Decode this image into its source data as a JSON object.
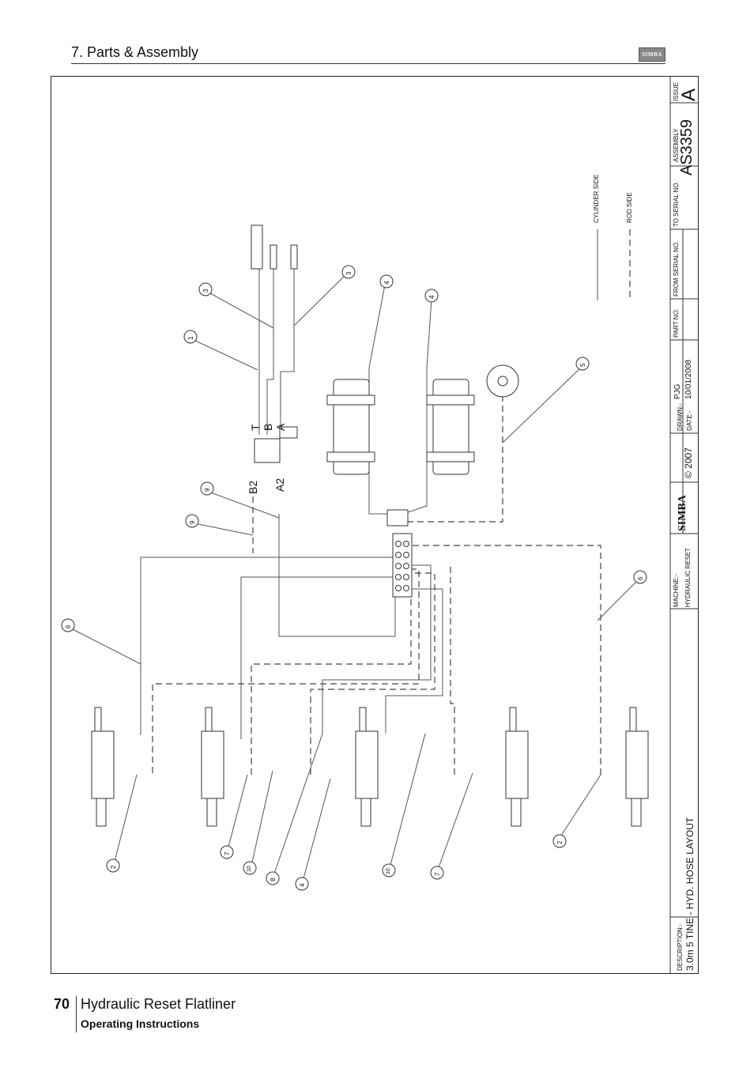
{
  "header": {
    "section_title": "7. Parts & Assembly",
    "logo_text": "SIMBA"
  },
  "drawing": {
    "labels": {
      "port_t": "T",
      "port_b": "B",
      "port_a": "A",
      "port_b2": "B2",
      "port_a2": "A2",
      "legend_cylinder": "CYLINDER SIDE",
      "legend_rod": "ROD SIDE"
    },
    "callouts": [
      "1",
      "2",
      "3",
      "4",
      "5",
      "6",
      "7",
      "8",
      "9",
      "10"
    ]
  },
  "title_block": {
    "issue_label": "ISSUE",
    "issue_value": "A",
    "assembly_label": "ASSEMBLY",
    "assembly_value": "AS3359",
    "to_serial_label": "TO SERIAL NO.",
    "from_serial_label": "FROM SERIAL NO.",
    "part_no_label": "PART NO.",
    "drawn_label": "DRAWN:-",
    "drawn_value": "PJG",
    "date_label": "DATE:-",
    "date_value": "10/01/2008",
    "copyright": "© 2007",
    "brand": "SIMBA",
    "machine_label": "MACHINE:-",
    "machine_value": "HYDRAULIC RESET",
    "description_label": "DESCRIPTION:-",
    "description_value": "3.0m 5 TINE - HYD. HOSE LAYOUT"
  },
  "footer": {
    "page_number": "70",
    "title": "Hydraulic Reset Flatliner",
    "subtitle": "Operating Instructions"
  }
}
